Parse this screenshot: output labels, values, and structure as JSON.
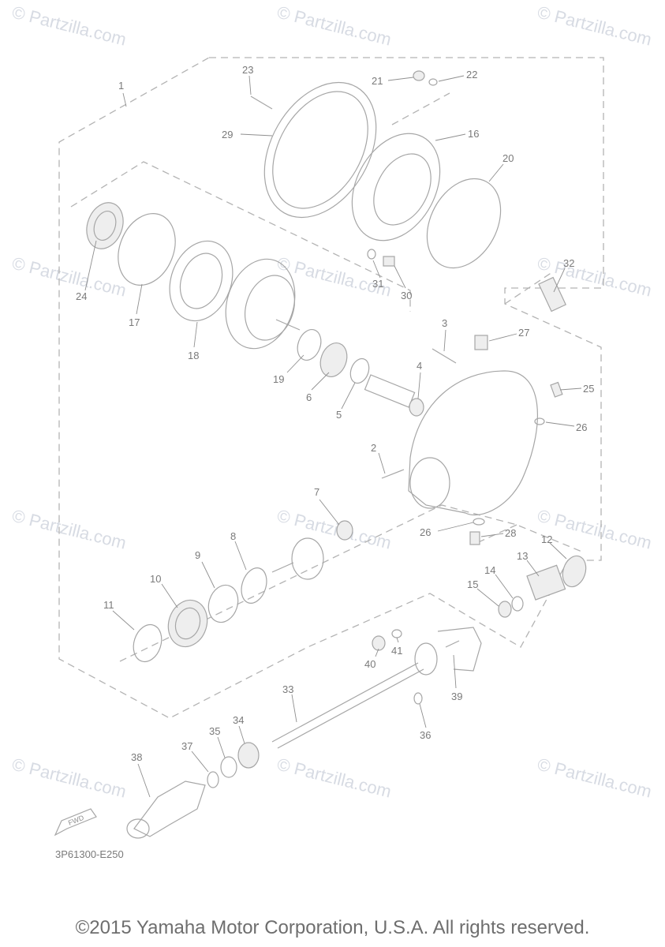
{
  "watermark_text": "© Partzilla.com",
  "drawing_code": "3P61300-E250",
  "copyright": "©2015 Yamaha Motor Corporation, U.S.A. All rights reserved.",
  "fwd_label": "FWD",
  "callouts": [
    {
      "id": "c1",
      "label": "1"
    },
    {
      "id": "c2",
      "label": "2"
    },
    {
      "id": "c3",
      "label": "3"
    },
    {
      "id": "c4",
      "label": "4"
    },
    {
      "id": "c5",
      "label": "5"
    },
    {
      "id": "c6",
      "label": "6"
    },
    {
      "id": "c7",
      "label": "7"
    },
    {
      "id": "c8",
      "label": "8"
    },
    {
      "id": "c9",
      "label": "9"
    },
    {
      "id": "c10",
      "label": "10"
    },
    {
      "id": "c11",
      "label": "11"
    },
    {
      "id": "c12",
      "label": "12"
    },
    {
      "id": "c13",
      "label": "13"
    },
    {
      "id": "c14",
      "label": "14"
    },
    {
      "id": "c15",
      "label": "15"
    },
    {
      "id": "c16",
      "label": "16"
    },
    {
      "id": "c17",
      "label": "17"
    },
    {
      "id": "c18",
      "label": "18"
    },
    {
      "id": "c19",
      "label": "19"
    },
    {
      "id": "c20",
      "label": "20"
    },
    {
      "id": "c21",
      "label": "21"
    },
    {
      "id": "c22",
      "label": "22"
    },
    {
      "id": "c23",
      "label": "23"
    },
    {
      "id": "c24",
      "label": "24"
    },
    {
      "id": "c25",
      "label": "25"
    },
    {
      "id": "c26a",
      "label": "26"
    },
    {
      "id": "c26b",
      "label": "26"
    },
    {
      "id": "c27",
      "label": "27"
    },
    {
      "id": "c28",
      "label": "28"
    },
    {
      "id": "c29",
      "label": "29"
    },
    {
      "id": "c30",
      "label": "30"
    },
    {
      "id": "c31",
      "label": "31"
    },
    {
      "id": "c32",
      "label": "32"
    },
    {
      "id": "c33",
      "label": "33"
    },
    {
      "id": "c34",
      "label": "34"
    },
    {
      "id": "c35",
      "label": "35"
    },
    {
      "id": "c36",
      "label": "36"
    },
    {
      "id": "c37",
      "label": "37"
    },
    {
      "id": "c38",
      "label": "38"
    },
    {
      "id": "c39",
      "label": "39"
    },
    {
      "id": "c40",
      "label": "40"
    },
    {
      "id": "c41",
      "label": "41"
    }
  ]
}
